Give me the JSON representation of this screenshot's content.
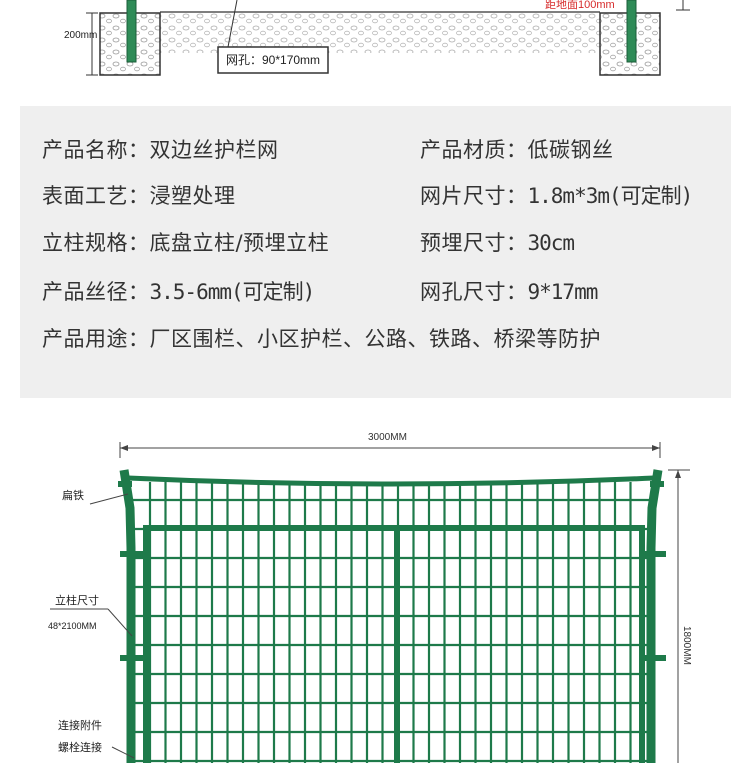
{
  "top_drawing": {
    "height_label": "200mm",
    "ground_label": "距地面100mm",
    "mesh_label": "网孔：90*170mm"
  },
  "specs": {
    "name_key": "产品名称：",
    "name_val": "双边丝护栏网",
    "material_key": "产品材质：",
    "material_val": "低碳钢丝",
    "surface_key": "表面工艺：",
    "surface_val": "浸塑处理",
    "panel_key": "网片尺寸：",
    "panel_val": "1.8m*3m(可定制)",
    "post_key": "立柱规格：",
    "post_val": "底盘立柱/预埋立柱",
    "embed_key": "预埋尺寸：",
    "embed_val": "30cm",
    "wire_key": "产品丝径：",
    "wire_val": "3.5-6mm(可定制)",
    "mesh_key": "网孔尺寸：",
    "mesh_val": "9*17mm",
    "use_key": "产品用途：",
    "use_val": "厂区围栏、小区护栏、公路、铁路、桥梁等防护"
  },
  "fence_drawing": {
    "width_label": "3000MM",
    "height_label": "1800MM",
    "flat_iron_label": "扁铁",
    "post_size_label": "立柱尺寸",
    "post_size_value": "48*2100MM",
    "fitting_label": "连接附件",
    "bolt_label": "螺栓连接"
  },
  "colors": {
    "fence_green": "#1e7a4a",
    "panel_bg": "#efefef",
    "text": "#333333"
  }
}
